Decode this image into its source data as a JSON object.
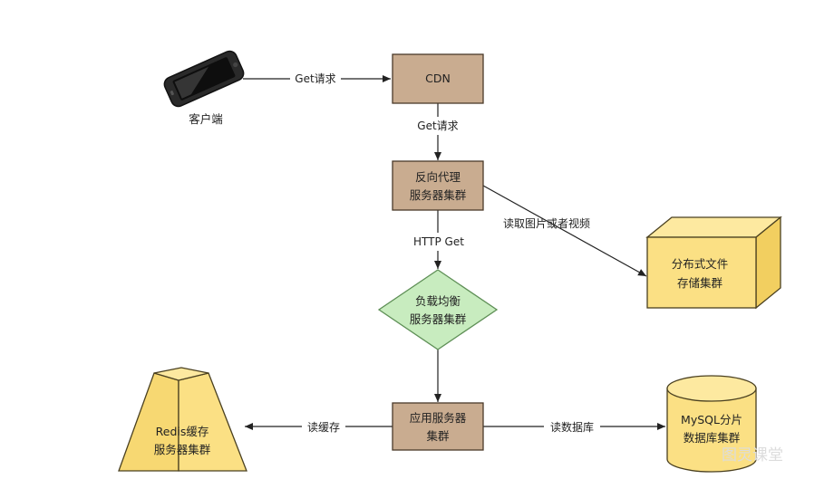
{
  "nodes": {
    "client": {
      "label": "客户端"
    },
    "cdn": {
      "label": "CDN"
    },
    "proxy": {
      "line1": "反向代理",
      "line2": "服务器集群"
    },
    "lb": {
      "line1": "负载均衡",
      "line2": "服务器集群"
    },
    "app": {
      "line1": "应用服务器",
      "line2": "集群"
    },
    "fs": {
      "line1": "分布式文件",
      "line2": "存储集群"
    },
    "redis": {
      "line1": "Redis缓存",
      "line2": "服务器集群"
    },
    "mysql": {
      "line1": "MySQL分片",
      "line2": "数据库集群"
    }
  },
  "edges": {
    "client_cdn": "Get请求",
    "cdn_proxy": "Get请求",
    "proxy_lb": "HTTP Get",
    "proxy_fs": "读取图片或者视频",
    "app_redis": "读缓存",
    "app_mysql": "读数据库"
  },
  "watermark": "图灵课堂",
  "colors": {
    "box_fill": "#c9ac90",
    "box_stroke": "#4a3a2a",
    "diamond_fill": "#c8ecbf",
    "diamond_stroke": "#5e8f56",
    "store_fill": "#fbe084",
    "store_stroke": "#4a4020"
  }
}
